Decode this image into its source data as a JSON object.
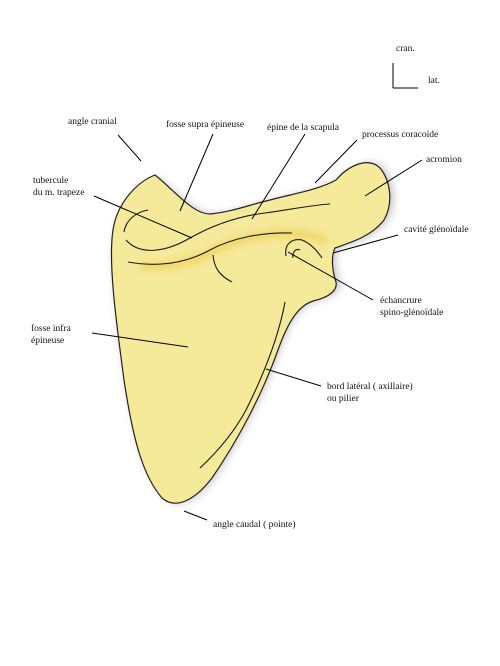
{
  "colors": {
    "bone_fill": "#f5e99a",
    "bone_outline": "#222222",
    "glow": "#f0d25a",
    "shadow": "#9a9a9a"
  },
  "orientation": {
    "cranial": "cran.",
    "lateral": "lat."
  },
  "labels": {
    "angle_cranial": "angle cranial",
    "fosse_supra": "fosse supra épineuse",
    "epine": "épine de la scapula",
    "processus": "processus coracoïde",
    "acromion": "acromion",
    "tubercule_line1": "tubercule",
    "tubercule_line2": "du m. trapeze",
    "cavite": "cavité glénoïdale",
    "echancrure_line1": "échancrure",
    "echancrure_line2": "spino-glénoïdale",
    "fosse_infra_line1": "fosse infra",
    "fosse_infra_line2": "épineuse",
    "bord_line1": "bord latéral ( axillaire)",
    "bord_line2": "ou pilier",
    "angle_caudal": "angle caudal ( pointe)"
  }
}
